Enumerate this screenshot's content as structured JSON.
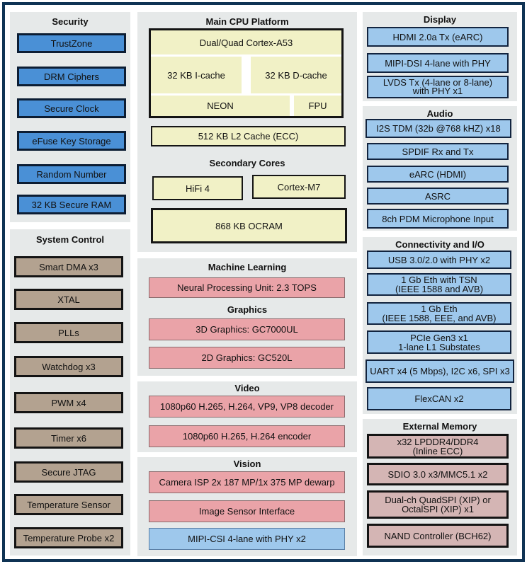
{
  "security": {
    "title": "Security",
    "items": [
      "TrustZone",
      "DRM Ciphers",
      "Secure Clock",
      "eFuse Key Storage",
      "Random Number",
      "32 KB Secure RAM"
    ]
  },
  "system_control": {
    "title": "System Control",
    "items": [
      "Smart DMA x3",
      "XTAL",
      "PLLs",
      "Watchdog x3",
      "PWM x4",
      "Timer x6",
      "Secure JTAG",
      "Temperature Sensor",
      "Temperature Probe x2"
    ]
  },
  "cpu": {
    "title": "Main CPU Platform",
    "core": "Dual/Quad Cortex-A53",
    "icache": "32 KB I-cache",
    "dcache": "32 KB D-cache",
    "neon": "NEON",
    "fpu": "FPU",
    "l2": "512 KB L2 Cache (ECC)",
    "secondary_title": "Secondary Cores",
    "hifi": "HiFi 4",
    "m7": "Cortex-M7",
    "ocram": "868 KB OCRAM"
  },
  "ml": {
    "title": "Machine Learning",
    "npu": "Neural Processing Unit: 2.3 TOPS"
  },
  "graphics": {
    "title": "Graphics",
    "gpu3d": "3D Graphics: GC7000UL",
    "gpu2d": "2D Graphics: GC520L"
  },
  "video": {
    "title": "Video",
    "decoder": "1080p60 H.265, H.264, VP9, VP8 decoder",
    "encoder": "1080p60 H.265, H.264 encoder"
  },
  "vision": {
    "title": "Vision",
    "isp": "Camera ISP 2x 187 MP/1x 375 MP dewarp",
    "sensor": "Image Sensor Interface",
    "csi": "MIPI-CSI 4-lane with PHY x2"
  },
  "display": {
    "title": "Display",
    "items": [
      "HDMI 2.0a  Tx (eARC)",
      "MIPI-DSI 4-lane with PHY",
      "LVDS Tx (4-lane or 8-lane)\nwith PHY x1"
    ]
  },
  "audio": {
    "title": "Audio",
    "items": [
      "I2S TDM (32b @768 kHZ) x18",
      "SPDIF Rx and Tx",
      "eARC (HDMI)",
      "ASRC",
      "8ch PDM Microphone Input"
    ]
  },
  "connectivity": {
    "title": "Connectivity and I/O",
    "items": [
      "USB 3.0/2.0 with PHY x2",
      "1 Gb Eth with TSN\n(IEEE 1588 and AVB)",
      "1 Gb Eth\n(IEEE 1588, EEE, and AVB)",
      "PCIe Gen3 x1\n1-lane L1 Substates",
      "UART x4 (5 Mbps), I2C x6, SPI x3",
      "FlexCAN x2"
    ]
  },
  "memory": {
    "title": "External Memory",
    "items": [
      "x32 LPDDR4/DDR4\n(Inline ECC)",
      "SDIO 3.0 x3/MMC5.1 x2",
      "Dual-ch QuadSPI (XIP) or\nOctalSPI (XIP) x1",
      "NAND Controller (BCH62)"
    ]
  },
  "colors": {
    "frame": "#0f3354",
    "panel": "#e6e9e9",
    "blue": "#4a90d6",
    "light_blue": "#9ec8ec",
    "brown": "#b3a290",
    "pink": "#eaa3a8",
    "mauve": "#d4b5b4",
    "yellow": "#f1f1c6"
  }
}
